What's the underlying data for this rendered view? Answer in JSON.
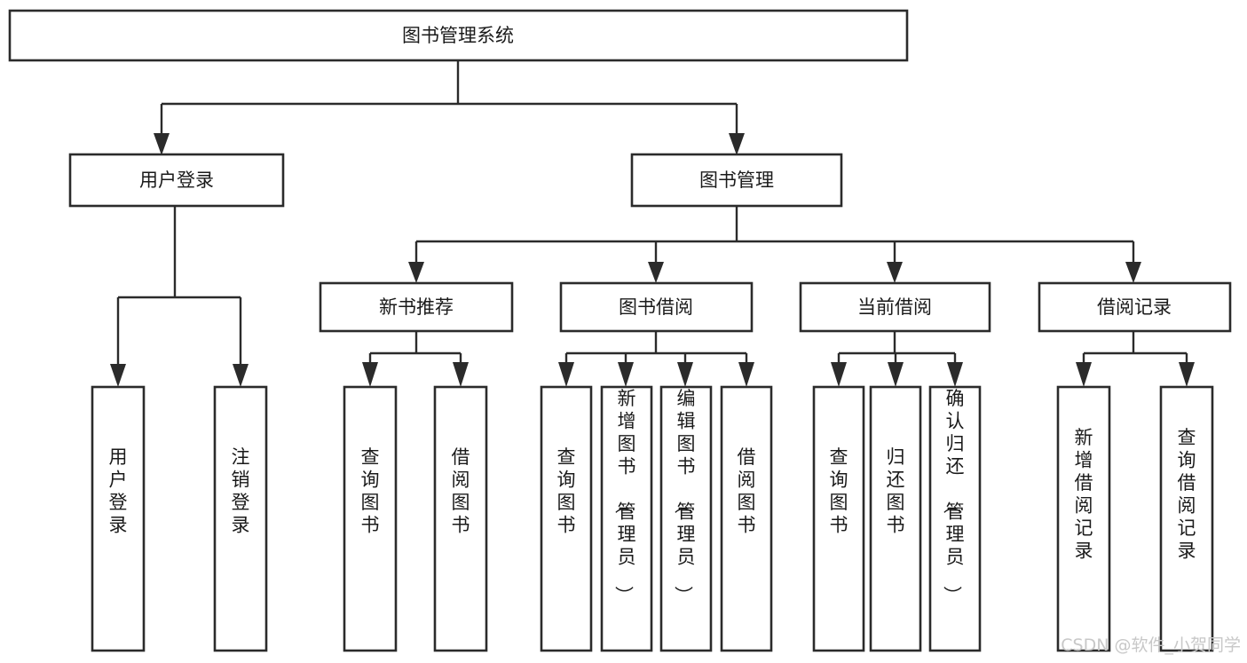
{
  "diagram": {
    "title": "图书管理系统",
    "type": "tree",
    "orientation": "top-down",
    "background_color": "#ffffff",
    "line_color": "#2b2b2b",
    "text_color": "#1a1a1a",
    "levels": [
      {
        "level": 1,
        "nodes": [
          {
            "id": "root",
            "label": "图书管理系统",
            "text_orientation": "horizontal"
          }
        ]
      },
      {
        "level": 2,
        "nodes": [
          {
            "id": "user-login",
            "label": "用户登录",
            "text_orientation": "horizontal",
            "parent": "root"
          },
          {
            "id": "book-manage",
            "label": "图书管理",
            "text_orientation": "horizontal",
            "parent": "root"
          }
        ]
      },
      {
        "level": 3,
        "nodes": [
          {
            "id": "new-book-rec",
            "label": "新书推荐",
            "text_orientation": "horizontal",
            "parent": "book-manage"
          },
          {
            "id": "book-borrow",
            "label": "图书借阅",
            "text_orientation": "horizontal",
            "parent": "book-manage"
          },
          {
            "id": "current-borrow",
            "label": "当前借阅",
            "text_orientation": "horizontal",
            "parent": "book-manage"
          },
          {
            "id": "borrow-record",
            "label": "借阅记录",
            "text_orientation": "horizontal",
            "parent": "book-manage"
          }
        ]
      },
      {
        "level": 4,
        "nodes": [
          {
            "id": "leaf-user-login",
            "label": "用户登录",
            "text_orientation": "vertical",
            "parent": "user-login"
          },
          {
            "id": "leaf-user-logout",
            "label": "注销登录",
            "text_orientation": "vertical",
            "parent": "user-login"
          },
          {
            "id": "leaf-query-book-1",
            "label": "查询图书",
            "text_orientation": "vertical",
            "parent": "new-book-rec"
          },
          {
            "id": "leaf-borrow-book-1",
            "label": "借阅图书",
            "text_orientation": "vertical",
            "parent": "new-book-rec"
          },
          {
            "id": "leaf-query-book-2",
            "label": "查询图书",
            "text_orientation": "vertical",
            "parent": "book-borrow"
          },
          {
            "id": "leaf-add-book",
            "label": "新增图书（管理员）",
            "text_orientation": "vertical",
            "parent": "book-borrow"
          },
          {
            "id": "leaf-edit-book",
            "label": "编辑图书（管理员）",
            "text_orientation": "vertical",
            "parent": "book-borrow"
          },
          {
            "id": "leaf-borrow-book-2",
            "label": "借阅图书",
            "text_orientation": "vertical",
            "parent": "book-borrow"
          },
          {
            "id": "leaf-query-book-3",
            "label": "查询图书",
            "text_orientation": "vertical",
            "parent": "current-borrow"
          },
          {
            "id": "leaf-return-book",
            "label": "归还图书",
            "text_orientation": "vertical",
            "parent": "current-borrow"
          },
          {
            "id": "leaf-confirm-return",
            "label": "确认归还（管理员）",
            "text_orientation": "vertical",
            "parent": "current-borrow"
          },
          {
            "id": "leaf-add-record",
            "label": "新增借阅记录",
            "text_orientation": "vertical",
            "parent": "borrow-record"
          },
          {
            "id": "leaf-query-record",
            "label": "查询借阅记录",
            "text_orientation": "vertical",
            "parent": "borrow-record"
          }
        ]
      }
    ]
  },
  "watermark": {
    "text": "CSDN @软件_小贺同学"
  }
}
